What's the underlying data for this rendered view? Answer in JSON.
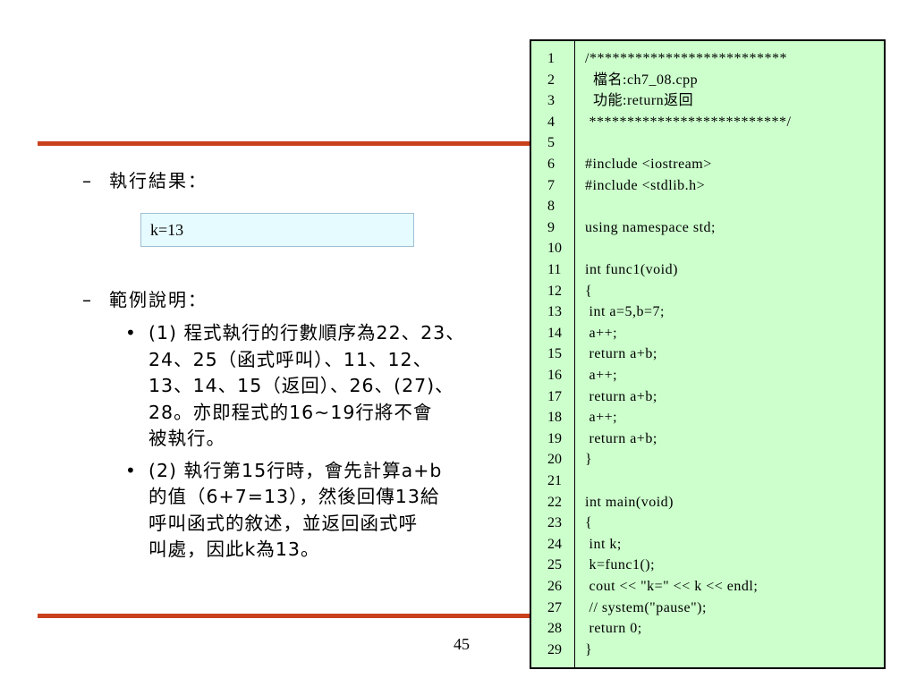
{
  "result_heading": "執行結果：",
  "heading_dash": "–",
  "result_output": "k=13",
  "explain_heading": "範例說明：",
  "bullets": [
    {
      "lines": [
        "(1) 程式執行的行數順序為22、23、",
        "24、25（函式呼叫）、11、12、",
        "13、14、15（返回）、26、(27)、",
        "28。亦即程式的16~19行將不會",
        "被執行。"
      ]
    },
    {
      "lines": [
        "(2) 執行第15行時，會先計算a+b",
        "的值（6+7=13），然後回傳13給",
        "呼叫函式的敘述，並返回函式呼",
        "叫處，因此k為13。"
      ]
    }
  ],
  "page_number": "45",
  "code_lines": [
    {
      "n": "1",
      "code": "/**************************"
    },
    {
      "n": "2",
      "code": "  檔名:ch7_08.cpp"
    },
    {
      "n": "3",
      "code": "  功能:return返回"
    },
    {
      "n": "4",
      "code": " **************************/"
    },
    {
      "n": "5",
      "code": ""
    },
    {
      "n": "6",
      "code": "#include <iostream>"
    },
    {
      "n": "7",
      "code": "#include <stdlib.h>"
    },
    {
      "n": "8",
      "code": ""
    },
    {
      "n": "9",
      "code": "using namespace std;"
    },
    {
      "n": "10",
      "code": ""
    },
    {
      "n": "11",
      "code": "int func1(void)"
    },
    {
      "n": "12",
      "code": "{"
    },
    {
      "n": "13",
      "code": " int a=5,b=7;"
    },
    {
      "n": "14",
      "code": " a++;"
    },
    {
      "n": "15",
      "code": " return a+b;"
    },
    {
      "n": "16",
      "code": " a++;"
    },
    {
      "n": "17",
      "code": " return a+b;"
    },
    {
      "n": "18",
      "code": " a++;"
    },
    {
      "n": "19",
      "code": " return a+b;"
    },
    {
      "n": "20",
      "code": "}"
    },
    {
      "n": "21",
      "code": ""
    },
    {
      "n": "22",
      "code": "int main(void)"
    },
    {
      "n": "23",
      "code": "{"
    },
    {
      "n": "24",
      "code": " int k;"
    },
    {
      "n": "25",
      "code": " k=func1();"
    },
    {
      "n": "26",
      "code": " cout << \"k=\" << k << endl;"
    },
    {
      "n": "27",
      "code": " // system(\"pause\");"
    },
    {
      "n": "28",
      "code": " return 0;"
    },
    {
      "n": "29",
      "code": "}"
    }
  ],
  "colors": {
    "accent_rule": "#c8401c",
    "code_background": "#ccffcc",
    "result_background": "#e6fbff"
  }
}
